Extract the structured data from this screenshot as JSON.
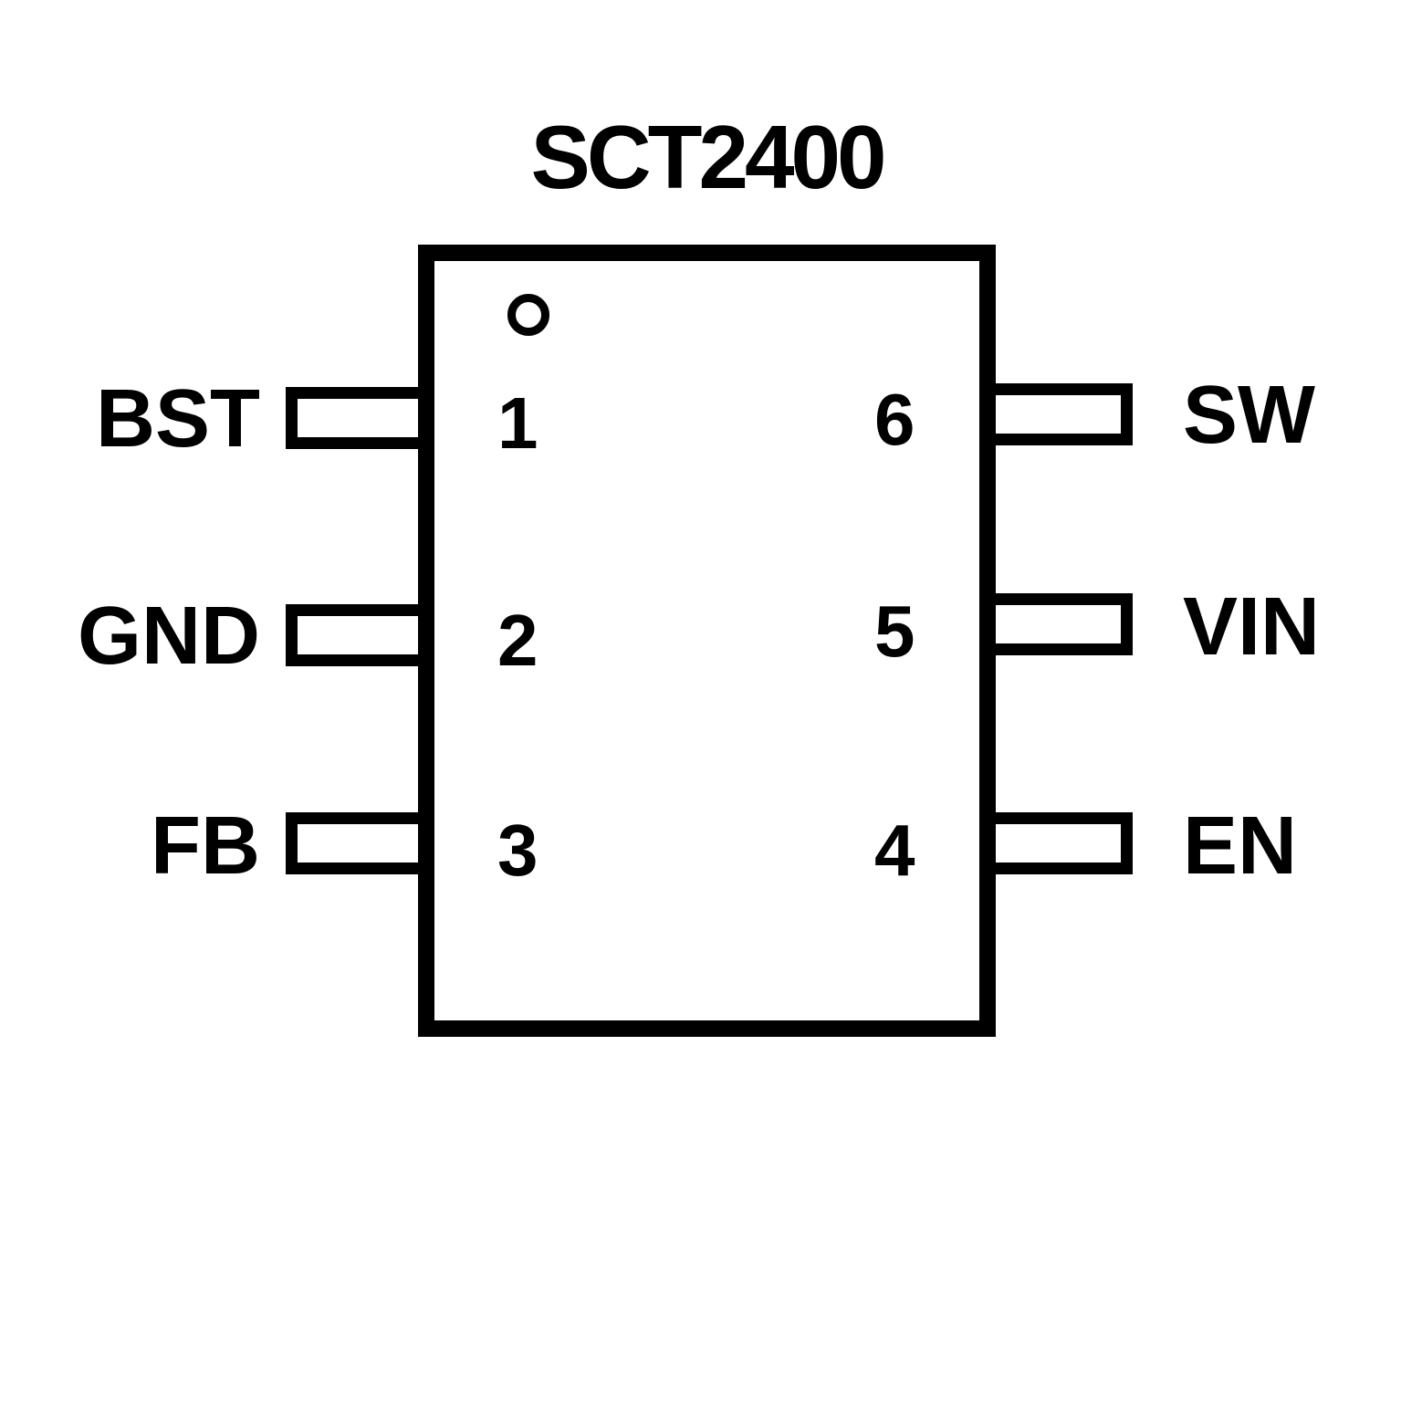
{
  "diagram": {
    "title": "SCT2400",
    "type": "ic-pinout",
    "pin1_indicator": "circle",
    "colors": {
      "line": "#000000",
      "background": "#ffffff",
      "text": "#000000"
    },
    "pins": {
      "left": [
        {
          "number": "1",
          "label": "BST"
        },
        {
          "number": "2",
          "label": "GND"
        },
        {
          "number": "3",
          "label": "FB"
        }
      ],
      "right": [
        {
          "number": "6",
          "label": "SW"
        },
        {
          "number": "5",
          "label": "VIN"
        },
        {
          "number": "4",
          "label": "EN"
        }
      ]
    }
  }
}
